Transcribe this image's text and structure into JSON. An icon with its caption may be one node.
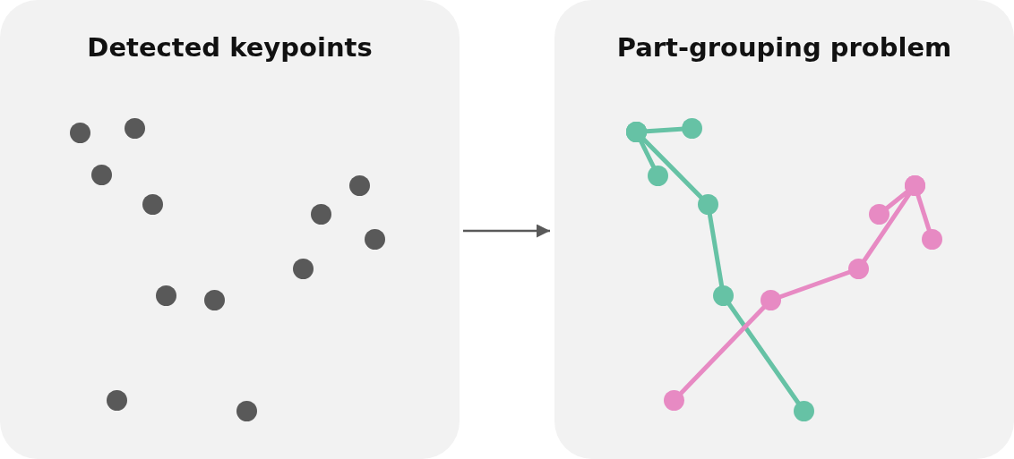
{
  "diagram": {
    "nodes": [
      {
        "text": [
          "Detected keypoints"
        ]
      },
      {
        "text": [
          "Part-grouping problem"
        ]
      }
    ],
    "edges": [
      {
        "from": 0,
        "to": 1,
        "arrow": "to"
      }
    ]
  }
}
